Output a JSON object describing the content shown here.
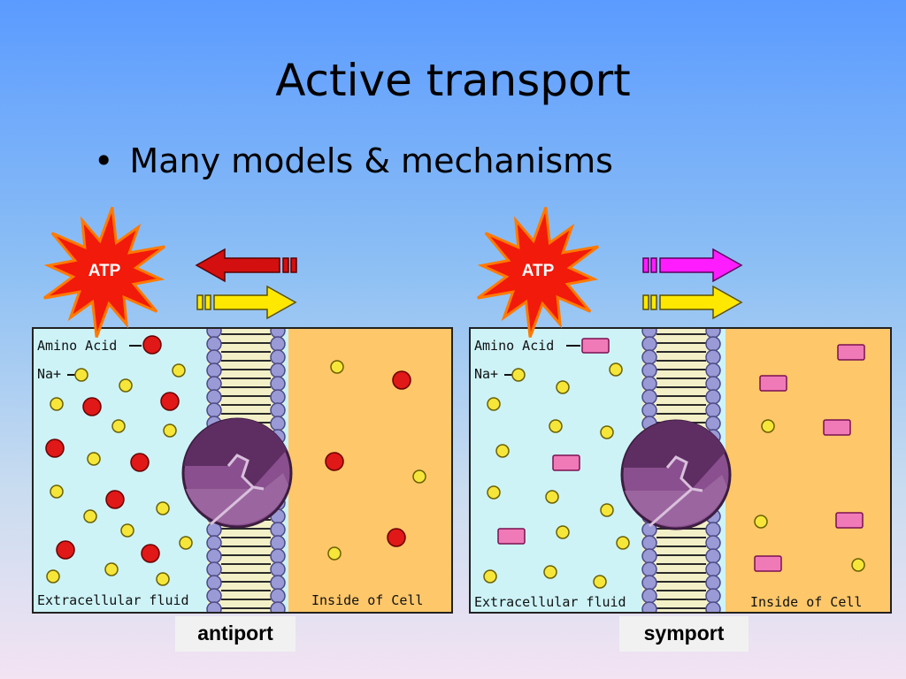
{
  "slide": {
    "title": "Active transport",
    "bullet": "Many models & mechanisms"
  },
  "antiport": {
    "atp_label": "ATP",
    "amino_label": "Amino Acid",
    "na_label": "Na+",
    "outside_label": "Extracellular fluid",
    "inside_label": "Inside of Cell",
    "caption": "antiport"
  },
  "symport": {
    "atp_label": "ATP",
    "amino_label": "Amino Acid",
    "na_label": "Na+",
    "outside_label": "Extracellular fluid",
    "inside_label": "Inside of Cell",
    "caption": "symport"
  },
  "colors": {
    "extracellular": "#cdf3f7",
    "inside": "#fdc76a",
    "amino_antiport": "#e01818",
    "amino_symport": "#f07ab8",
    "sodium": "#f6e63a",
    "protein": "#8a4f8e",
    "atp_burst": "#f21a0a",
    "arrow_red": "#d40f0f",
    "arrow_yellow": "#ffe800",
    "arrow_magenta": "#ff1cff"
  },
  "icons": {
    "atp": "explosion-burst-icon",
    "direction": "double-shaft-arrow-icon"
  }
}
